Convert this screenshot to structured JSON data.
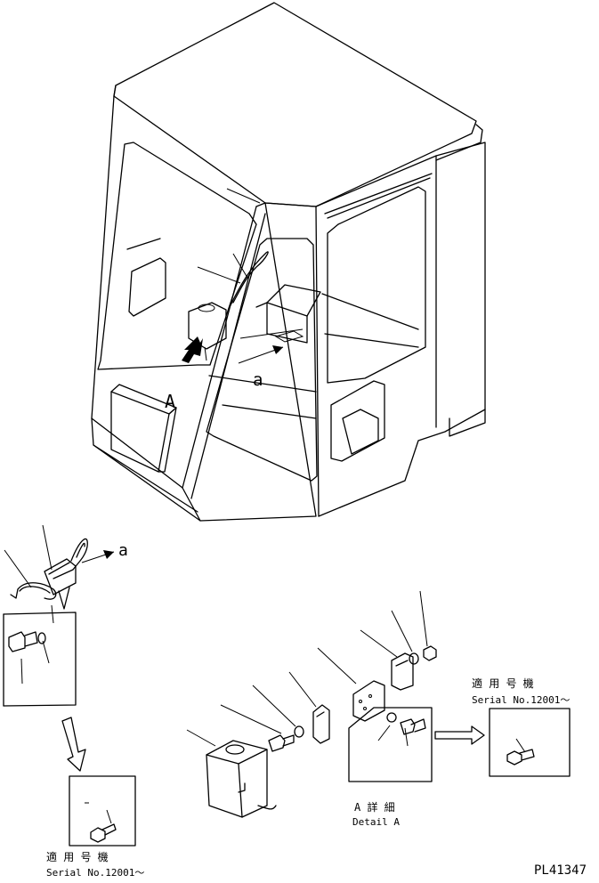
{
  "drawing": {
    "callouts": {
      "view_a": "A",
      "arrow_a_main": "a",
      "arrow_a_detail": "a"
    },
    "serial_right": {
      "jp": "適 用 号 機",
      "en": "Serial No.12001～"
    },
    "serial_left": {
      "jp": "適 用 号 機",
      "en": "Serial No.12001～"
    },
    "detail_caption": {
      "jp": "A 詳 細",
      "en": "Detail A"
    },
    "plate_number": "PL41347"
  }
}
